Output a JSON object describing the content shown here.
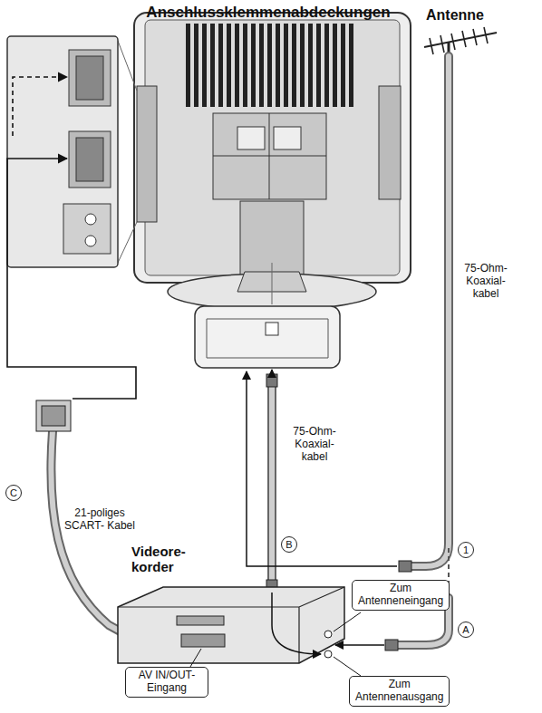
{
  "diagram": {
    "title": "Anschlussklemmenabdeckungen",
    "nodes": [
      {
        "text": [
          "Zum Antenneneingang"
        ]
      },
      {
        "text": [
          "Zum Antennenausgang"
        ]
      },
      {
        "text": [
          "AV IN/OUT- Eingang"
        ]
      }
    ],
    "labels": [
      "Antenne",
      "75-Ohm- Koaxial- kabel",
      "1",
      "75-Ohm- Koaxial- kabel",
      "B",
      "Videore- korder",
      "A",
      "C",
      "21-poliges SCART- Kabel"
    ]
  }
}
